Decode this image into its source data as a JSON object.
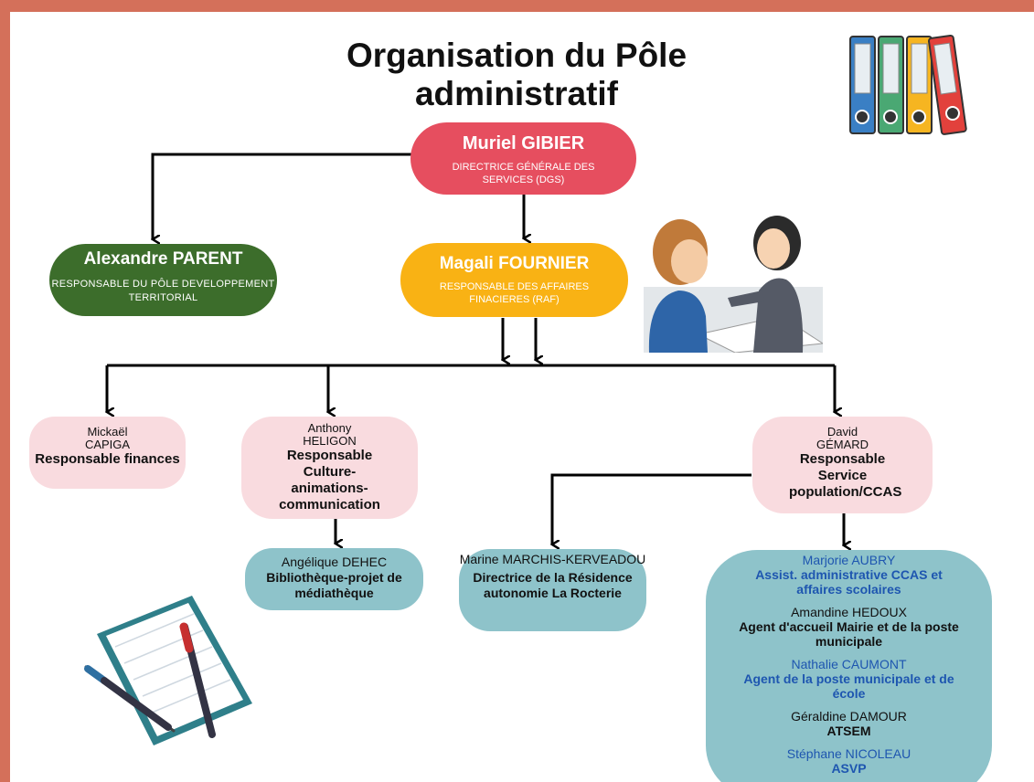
{
  "title": "Organisation du Pôle administratif",
  "colors": {
    "frame": "#d4705a",
    "dgs": "#e64e5f",
    "parent": "#3c6d2b",
    "raf": "#f9b214",
    "pink_box": "#f9dbdf",
    "teal_box": "#8ec3ca",
    "blue_text": "#1e56b0"
  },
  "illustrations": [
    "binders-illustration",
    "office-meeting-illustration",
    "notebook-pens-illustration"
  ],
  "nodes": {
    "dgs": {
      "name": "Muriel GIBIER",
      "role": "DIRECTRICE GÉNÉRALE DES SERVICES (DGS)"
    },
    "parent": {
      "name": "Alexandre PARENT",
      "role": "RESPONSABLE DU PÔLE DEVELOPPEMENT TERRITORIAL"
    },
    "raf": {
      "name": "Magali FOURNIER",
      "role": "RESPONSABLE DES AFFAIRES FINACIERES (RAF)"
    },
    "mickael": {
      "name": "Mickaël CAPIGA",
      "role": "Responsable finances"
    },
    "anthony": {
      "name": "Anthony HELIGON",
      "role": "Responsable Culture-animations-communication"
    },
    "angelique": {
      "name": "Angélique DEHEC",
      "role": "Bibliothèque-projet de médiathèque"
    },
    "marine": {
      "name": "Marine MARCHIS-KERVEADOU",
      "role": "Directrice de la Résidence autonomie La Rocterie"
    },
    "david": {
      "name": "David GÉMARD",
      "role": "Responsable Service population/CCAS"
    }
  },
  "team": [
    {
      "name": "Marjorie AUBRY",
      "role": "Assist. administrative CCAS et affaires scolaires"
    },
    {
      "name": "Amandine HEDOUX",
      "role": "Agent d'accueil Mairie et de la poste municipale"
    },
    {
      "name": "Nathalie CAUMONT",
      "role": "Agent de la poste municipale et de école"
    },
    {
      "name": "Géraldine DAMOUR",
      "role": "ATSEM"
    },
    {
      "name": "Stéphane NICOLEAU",
      "role": "ASVP"
    }
  ]
}
